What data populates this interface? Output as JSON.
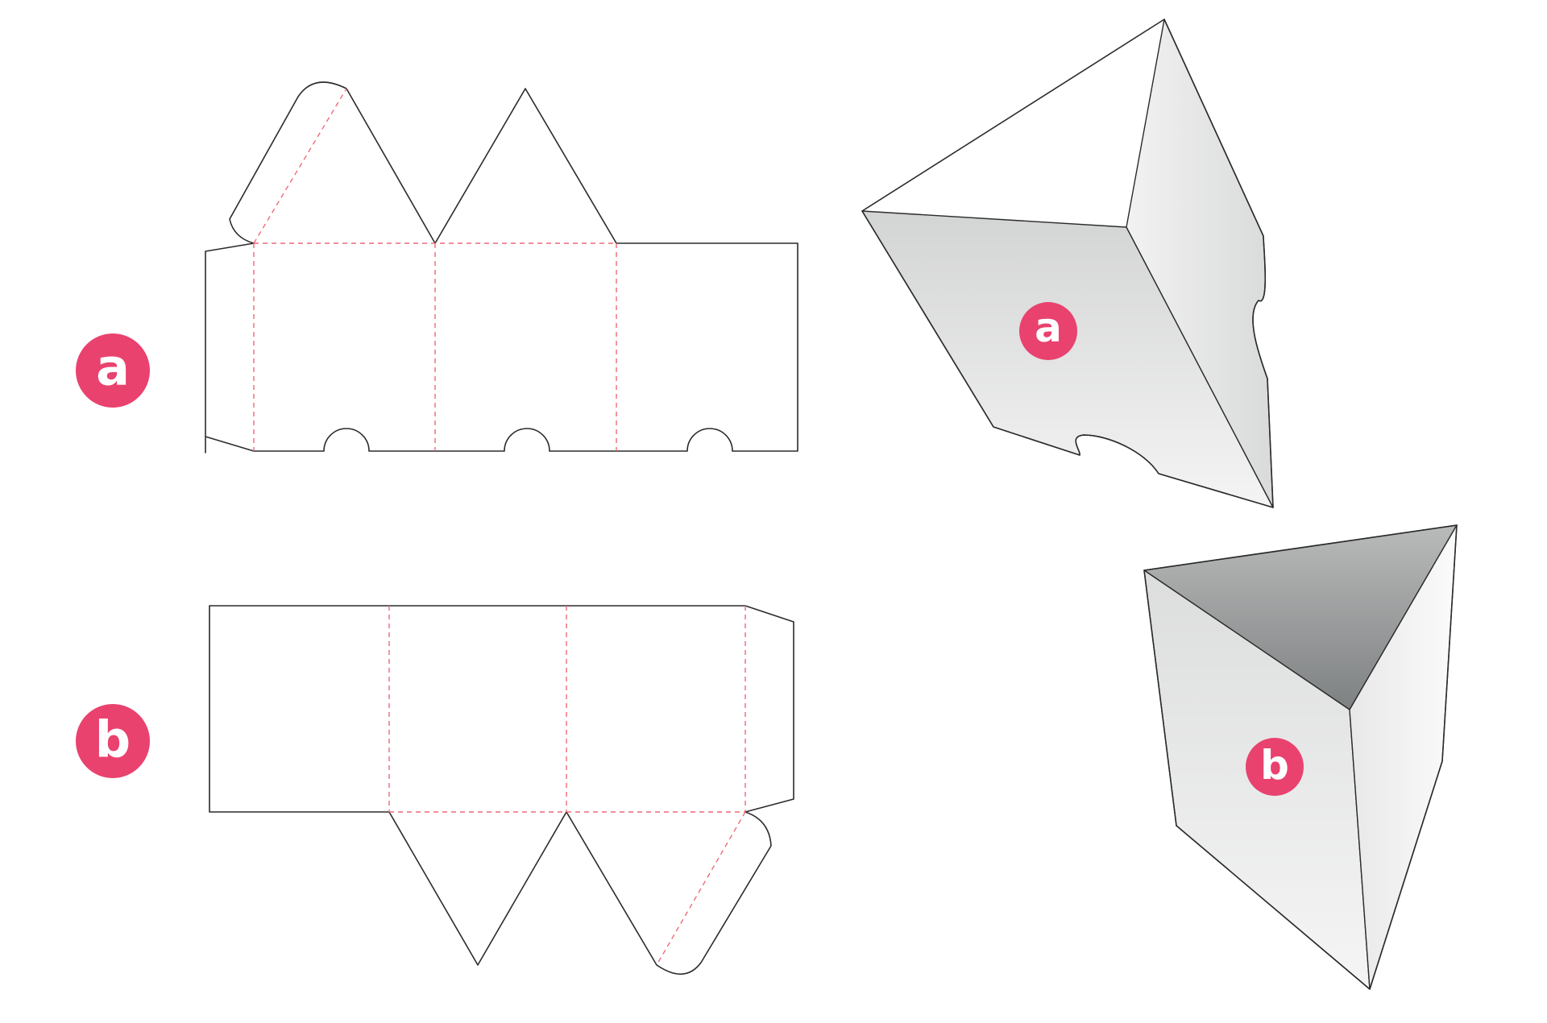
{
  "labels": {
    "a": "a",
    "b": "b"
  },
  "colors": {
    "badge": "#e9426f",
    "cut_line": "#2b2b2b",
    "fold_line": "#ee6a78",
    "background": "#ffffff"
  },
  "icons": {
    "badge": "circle-badge",
    "dieline": "box-dieline",
    "box": "triangular-prism-box"
  }
}
